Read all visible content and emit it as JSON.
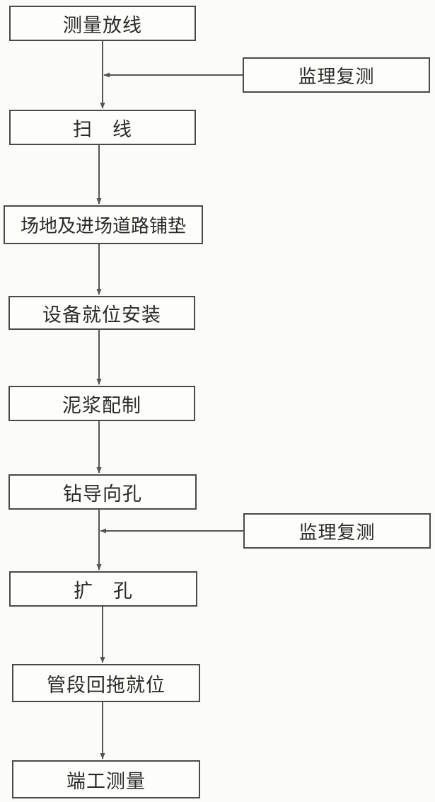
{
  "steps": [
    {
      "label": "测量放线"
    },
    {
      "label": "扫　线"
    },
    {
      "label": "场地及进场道路铺垫"
    },
    {
      "label": "设备就位安装"
    },
    {
      "label": "泥浆配制"
    },
    {
      "label": "钻导向孔"
    },
    {
      "label": "扩　孔"
    },
    {
      "label": "管段回拖就位"
    },
    {
      "label": "端工测量"
    }
  ],
  "checks": [
    {
      "label": "监理复测"
    },
    {
      "label": "监理复测"
    }
  ],
  "colors": {
    "line": "#555555",
    "border": "#4a4a4a",
    "background": "#fbfbf8"
  }
}
